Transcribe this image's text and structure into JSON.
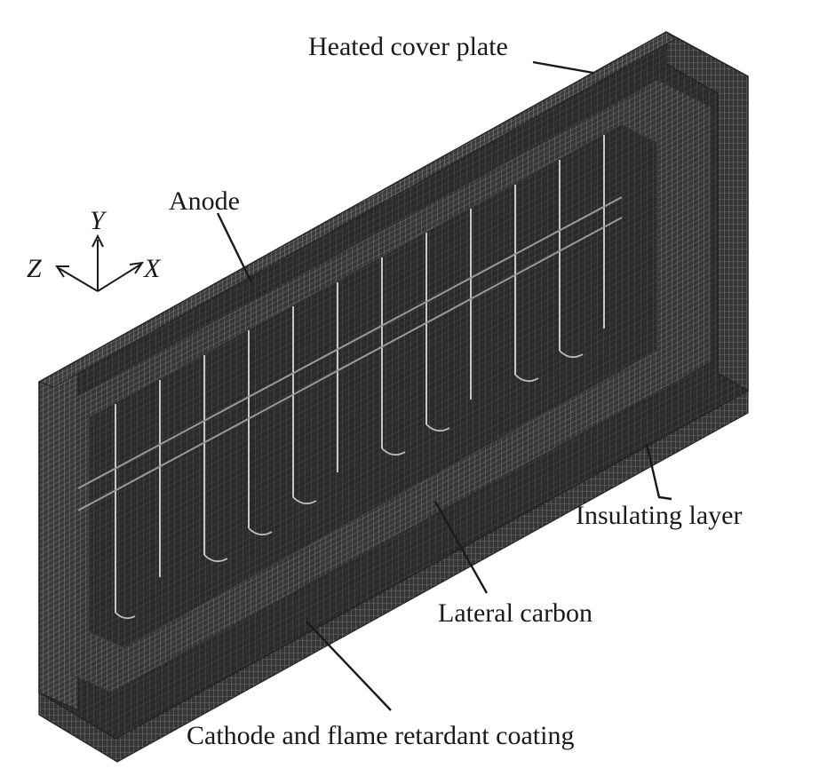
{
  "labels": {
    "heated_cover_plate": "Heated cover plate",
    "anode": "Anode",
    "insulating_layer": "Insulating layer",
    "lateral_carbon": "Lateral carbon",
    "cathode_coating": "Cathode and flame retardant coating"
  },
  "axes": {
    "x": "X",
    "y": "Y",
    "z": "Z"
  },
  "colors": {
    "mesh_dark": "#2b2b2b",
    "mesh_mid": "#4a4a4a",
    "mesh_light": "#8a8a8a",
    "ink": "#1a1a1a"
  }
}
